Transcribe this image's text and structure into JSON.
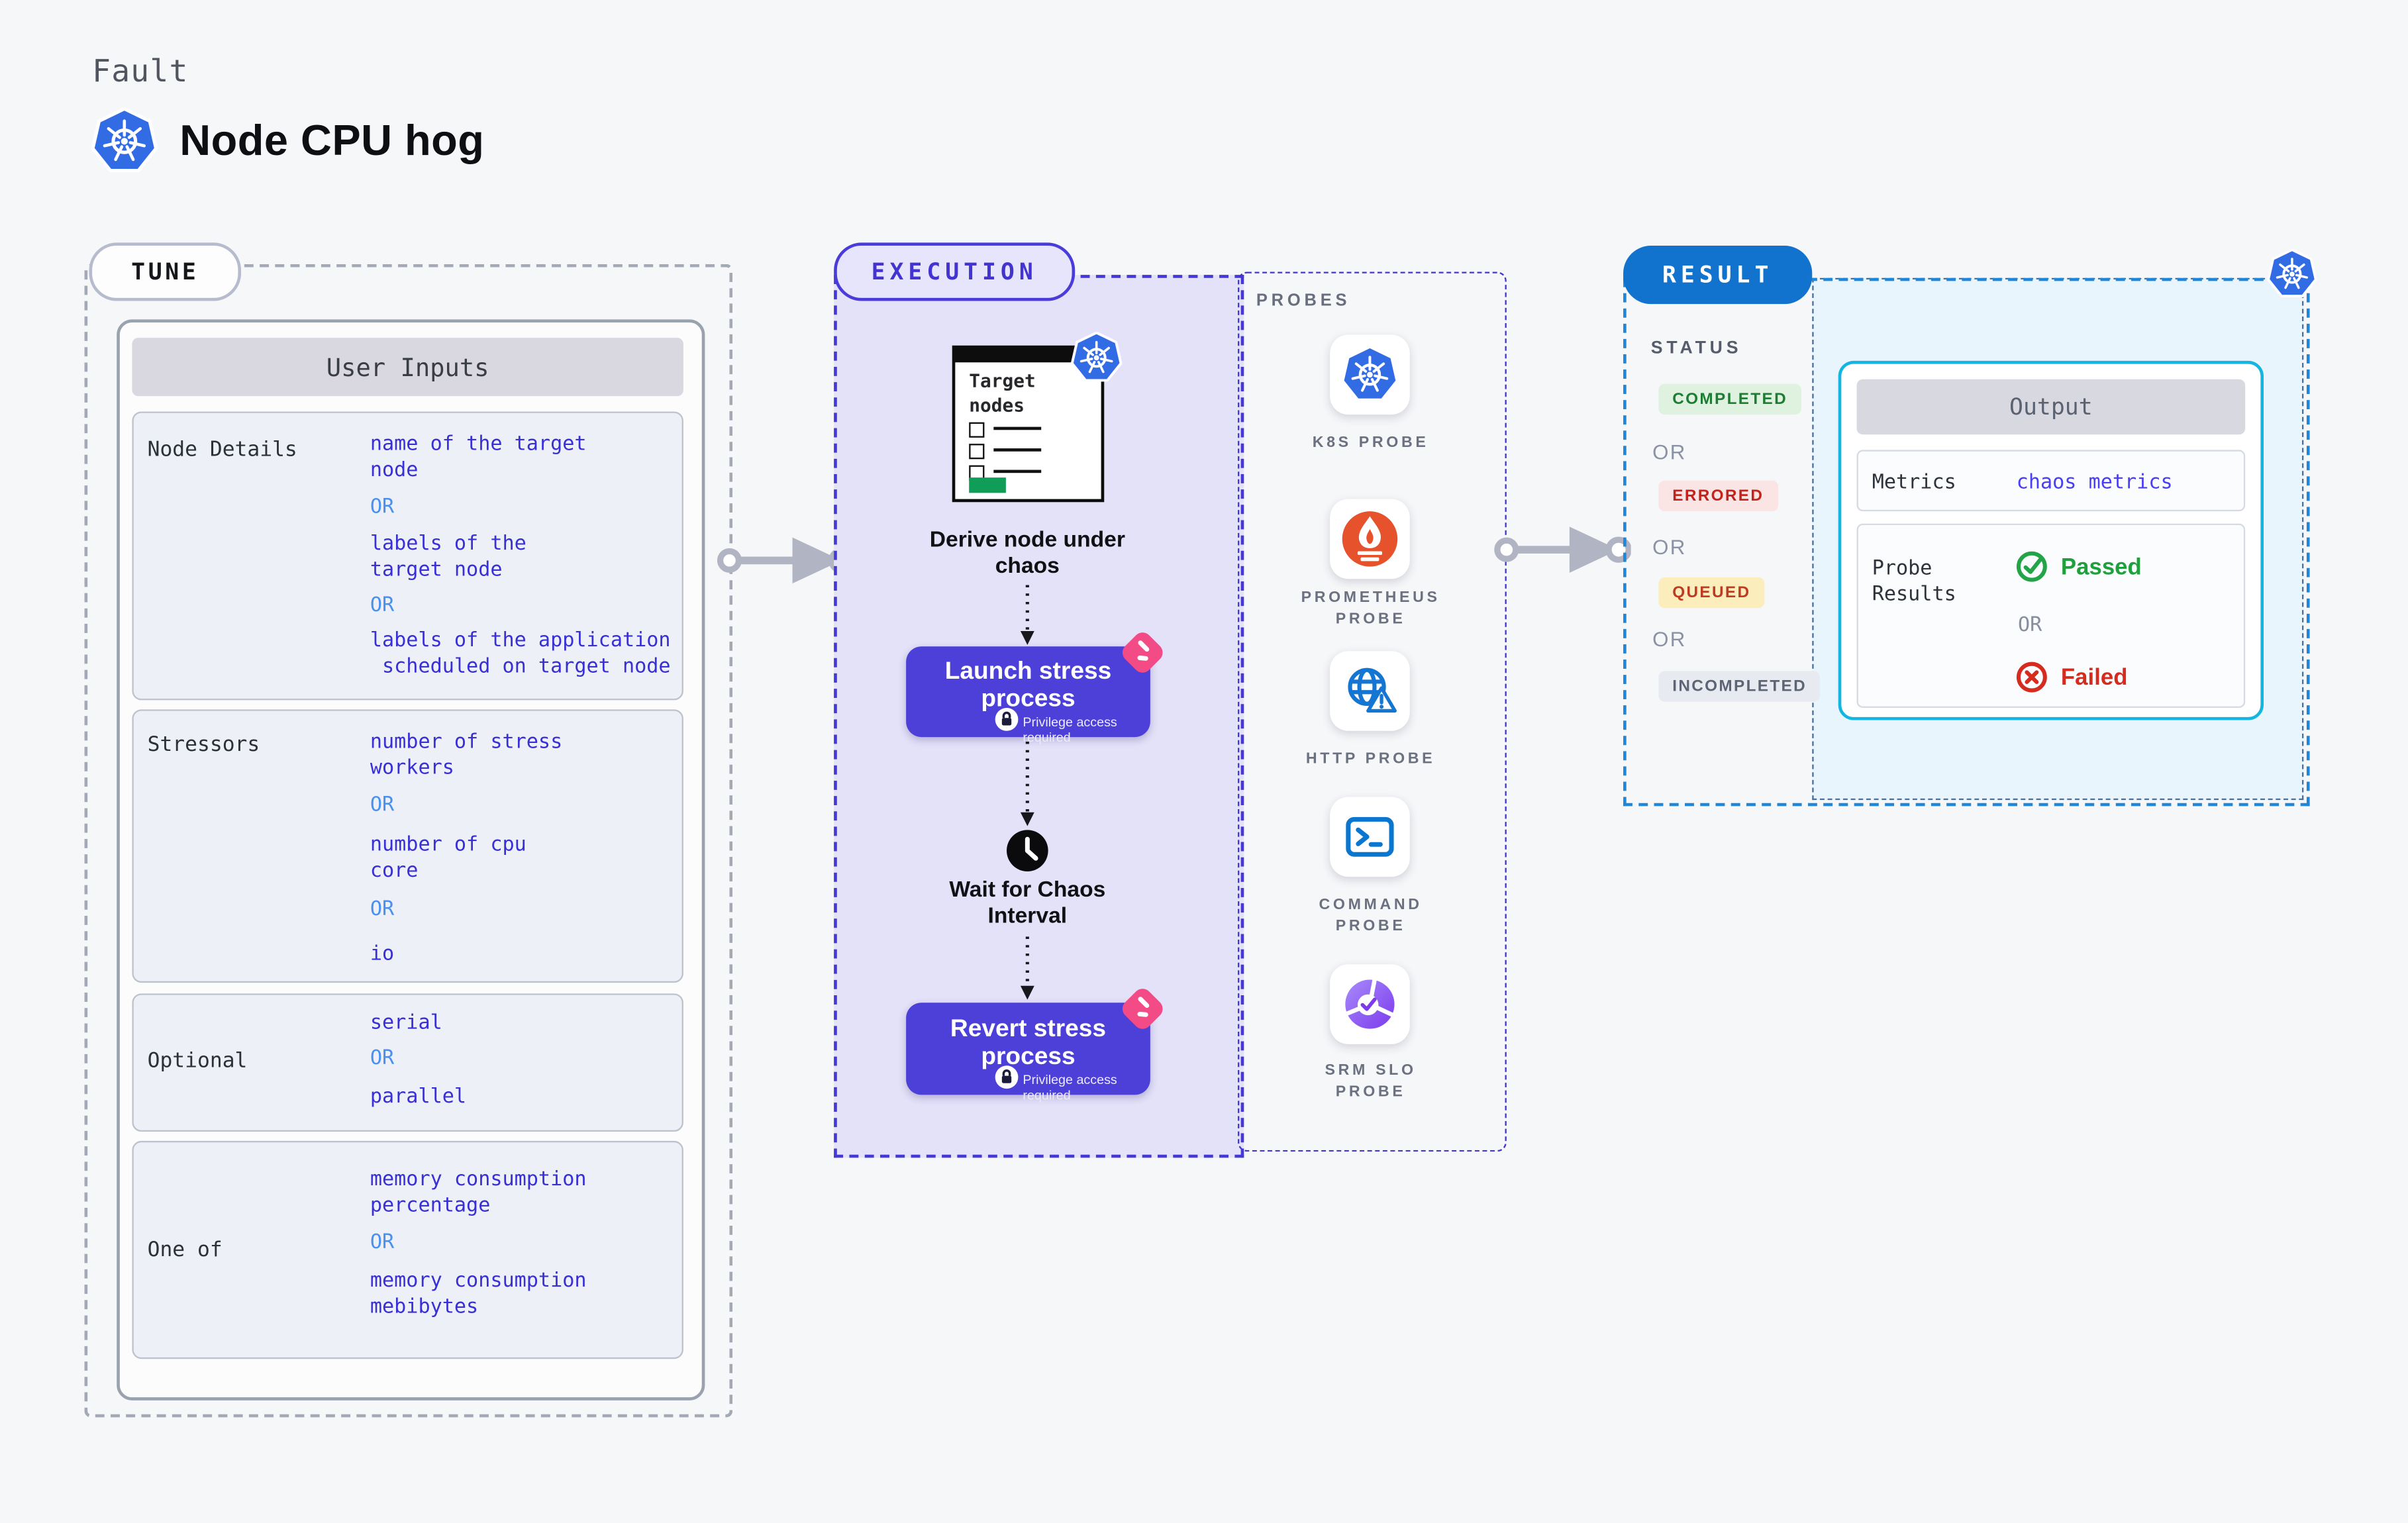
{
  "header": {
    "eyebrow": "Fault",
    "title": "Node CPU hog"
  },
  "or_label": "OR",
  "tune": {
    "badge": "TUNE",
    "panel_title": "User Inputs",
    "node_details": {
      "label": "Node Details",
      "v1": [
        "name of the target",
        "node"
      ],
      "v2": [
        "labels of the",
        "target node"
      ],
      "v3": [
        "labels of the application",
        " scheduled on target node"
      ]
    },
    "stressors": {
      "label": "Stressors",
      "v1": [
        "number of stress",
        "workers"
      ],
      "v2": [
        "number of cpu",
        "core"
      ],
      "v3": [
        "io"
      ]
    },
    "optional": {
      "label": "Optional",
      "v1": [
        "serial"
      ],
      "v2": [
        "parallel"
      ]
    },
    "one_of": {
      "label": "One of",
      "v1": [
        "memory consumption",
        "percentage"
      ],
      "v2": [
        "memory consumption",
        "mebibytes"
      ]
    }
  },
  "execution": {
    "badge": "EXECUTION",
    "window_title": [
      "Target",
      "nodes"
    ],
    "step1": [
      "Derive node under",
      "chaos"
    ],
    "launch": {
      "line1": "Launch stress",
      "line2": "process",
      "note": "Privilege access required"
    },
    "wait": [
      "Wait for Chaos",
      "Interval"
    ],
    "revert": {
      "line1": "Revert stress",
      "line2": "process",
      "note": "Privilege access required"
    }
  },
  "probes": {
    "label": "PROBES",
    "items": [
      {
        "name": "k8s-probe",
        "label": [
          "K8S PROBE",
          ""
        ]
      },
      {
        "name": "prometheus-probe",
        "label": [
          "PROMETHEUS",
          "PROBE"
        ]
      },
      {
        "name": "http-probe",
        "label": [
          "HTTP PROBE",
          ""
        ]
      },
      {
        "name": "command-probe",
        "label": [
          "COMMAND",
          "PROBE"
        ]
      },
      {
        "name": "srm-slo-probe",
        "label": [
          "SRM SLO",
          "PROBE"
        ]
      }
    ]
  },
  "result": {
    "badge": "RESULT",
    "status_label": "STATUS",
    "statuses": [
      "COMPLETED",
      "ERRORED",
      "QUEUED",
      "INCOMPLETED"
    ],
    "output": {
      "title": "Output",
      "metrics_label": "Metrics",
      "metrics_value": "chaos metrics",
      "probe_label": [
        "Probe",
        "Results"
      ],
      "passed": "Passed",
      "failed": "Failed"
    }
  },
  "colors": {
    "kubernetes_blue": "#326ce5",
    "execution_indigo": "#4538d4",
    "button_indigo": "#4c40d9",
    "value_text": "#382fd5",
    "or_text": "#4a90ee",
    "result_blue": "#1273ce",
    "output_border_cyan": "#14b5e1",
    "passed_green": "#1fa03c",
    "failed_red": "#d62b1f",
    "completed_bg": "#def2df",
    "errored_bg": "#fae4e4",
    "queued_bg": "#fcedbd",
    "incompleted_bg": "#e8eaf1",
    "prometheus_orange": "#e6522c",
    "http_blue": "#1476d2",
    "srm_purple": "#7c3aed",
    "sticker_pink": "#f24b86",
    "arrow_gray": "#b1b4c3",
    "window_green": "#0f9d58"
  }
}
